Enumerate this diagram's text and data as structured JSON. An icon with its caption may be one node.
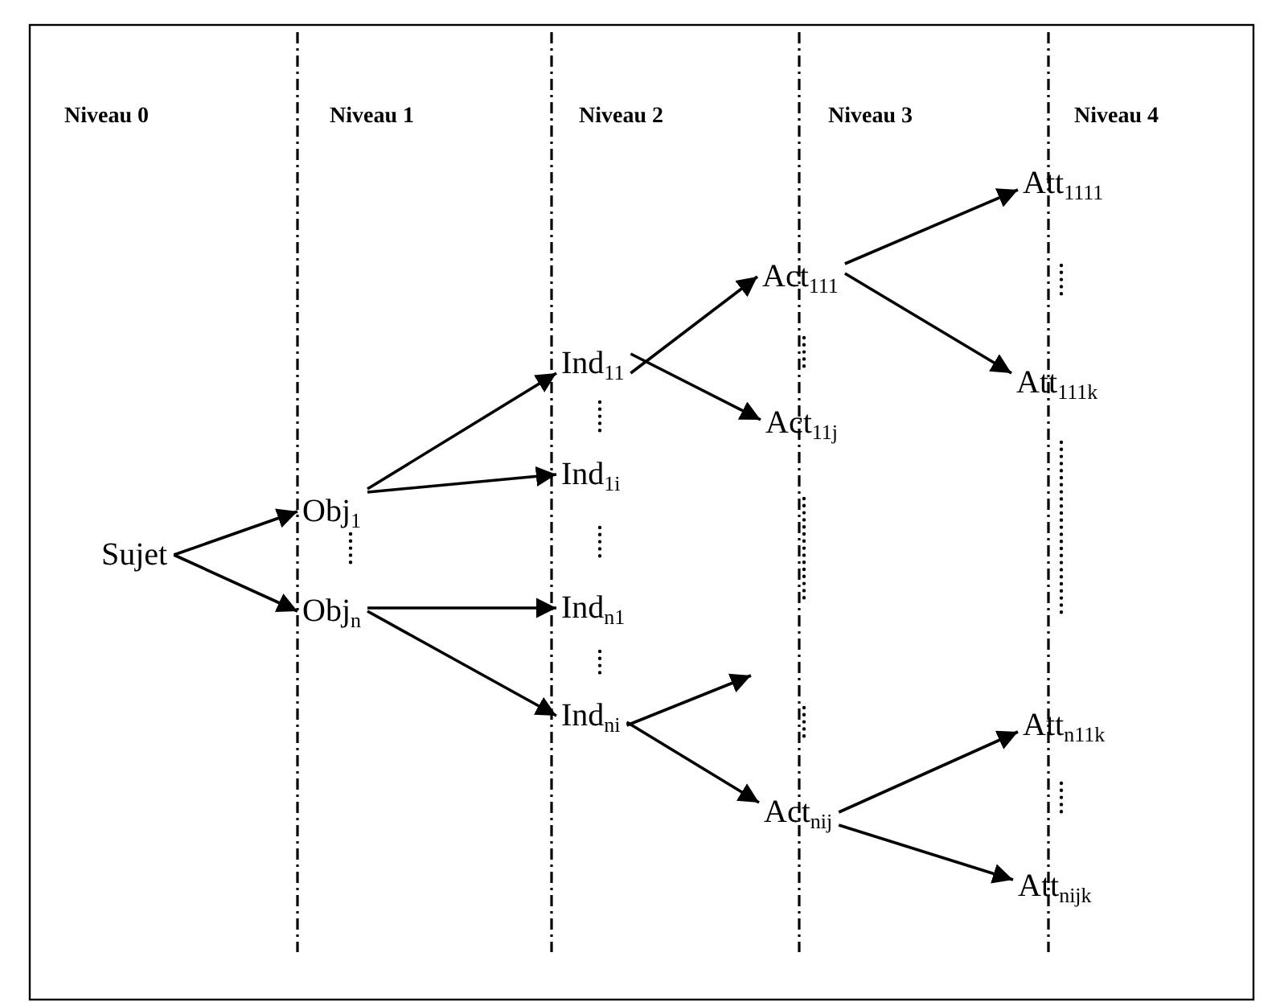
{
  "diagram": {
    "nodes": [
      {
        "text": [
          "Sujet"
        ]
      },
      {
        "text": [
          "Obj$_{1}$"
        ]
      },
      {
        "text": [
          "Obj$_{n}$"
        ]
      },
      {
        "text": [
          "Ind$_{11}$"
        ]
      },
      {
        "text": [
          "Ind$_{1i}$"
        ]
      },
      {
        "text": [
          "Ind$_{n1}$"
        ]
      },
      {
        "text": [
          "Ind$_{ni}$"
        ]
      },
      {
        "text": [
          "Act$_{111}$"
        ]
      },
      {
        "text": [
          "Act$_{11j}$"
        ]
      },
      {
        "text": [
          "Act$_{nij}$"
        ]
      },
      {
        "text": [
          "Att$_{1111}$"
        ]
      },
      {
        "text": [
          "Att$_{111k}$"
        ]
      },
      {
        "text": [
          "Att$_{n11k}$"
        ]
      },
      {
        "text": [
          "Att$_{nijk}$"
        ]
      }
    ],
    "edges": [
      {
        "from": 0,
        "to": 1,
        "arrow": "to"
      },
      {
        "from": 0,
        "to": 2,
        "arrow": "to"
      },
      {
        "from": 1,
        "to": 3,
        "arrow": "to"
      },
      {
        "from": 1,
        "to": 4,
        "arrow": "to"
      },
      {
        "from": 2,
        "to": 5,
        "arrow": "to"
      },
      {
        "from": 2,
        "to": 6,
        "arrow": "to"
      },
      {
        "from": 3,
        "to": 7,
        "arrow": "to"
      },
      {
        "from": 3,
        "to": 8,
        "arrow": "to"
      },
      {
        "from": 6,
        "to": null,
        "arrow": "to"
      },
      {
        "from": 6,
        "to": 9,
        "arrow": "to"
      },
      {
        "from": 7,
        "to": 10,
        "arrow": "to"
      },
      {
        "from": 7,
        "to": 11,
        "arrow": "to"
      },
      {
        "from": 9,
        "to": 12,
        "arrow": "to"
      },
      {
        "from": 9,
        "to": 13,
        "arrow": "to"
      }
    ],
    "labels": [
      "Niveau 0",
      "Niveau 1",
      "Niveau 2",
      "Niveau 3",
      "Niveau 4"
    ]
  }
}
